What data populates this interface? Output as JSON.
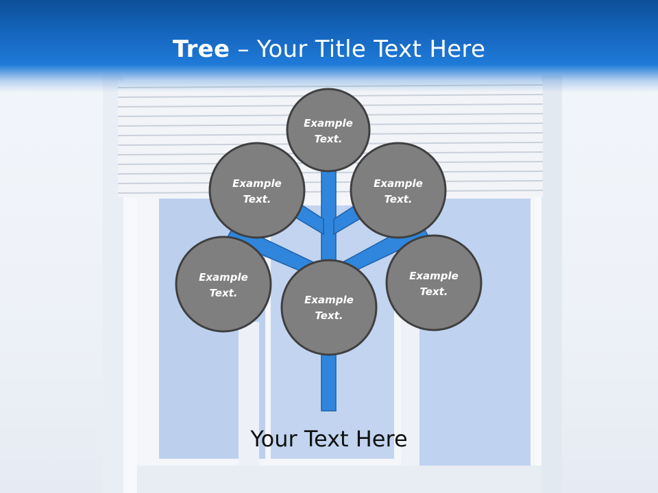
{
  "slide": {
    "title_bold": "Tree",
    "title_rest": " – Your Title Text Here",
    "caption": "Your Text Here"
  },
  "nodes": [
    {
      "line1": "Example",
      "line2": "Text."
    },
    {
      "line1": "Example",
      "line2": "Text."
    },
    {
      "line1": "Example",
      "line2": "Text."
    },
    {
      "line1": "Example",
      "line2": "Text."
    },
    {
      "line1": "Example",
      "line2": "Text."
    },
    {
      "line1": "Example",
      "line2": "Text."
    }
  ],
  "colors": {
    "branch": "#2f86dc",
    "branch_stroke": "#1f5fa8",
    "node_fill": "#7f7f7f",
    "node_stroke": "#3f3f3f",
    "title_bar": "#1565bd"
  }
}
